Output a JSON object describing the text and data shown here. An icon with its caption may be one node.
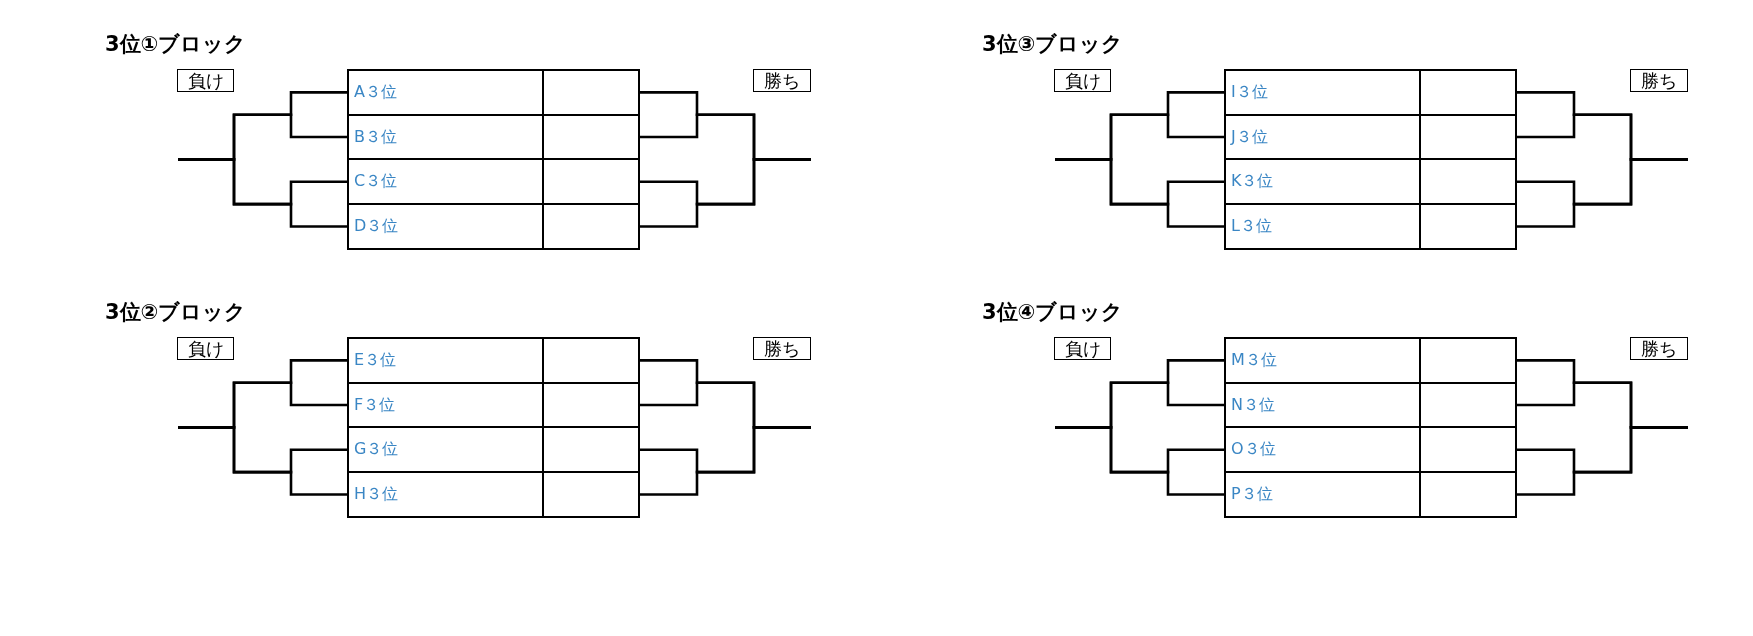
{
  "diagram": {
    "nodes": [
      {
        "text": [
          "負け"
        ]
      },
      {
        "text": [
          "勝ち"
        ]
      },
      {
        "text": [
          "A３位"
        ]
      },
      {
        "text": [],
        "shape": "box"
      },
      {
        "text": [
          "B３位"
        ]
      },
      {
        "text": [],
        "shape": "box"
      },
      {
        "text": [
          "C３位"
        ]
      },
      {
        "text": [],
        "shape": "box"
      },
      {
        "text": [
          "D３位"
        ]
      },
      {
        "text": [],
        "shape": "box"
      },
      {
        "text": [
          "負け"
        ]
      },
      {
        "text": [
          "勝ち"
        ]
      },
      {
        "text": [
          "I３位"
        ]
      },
      {
        "text": [],
        "shape": "box"
      },
      {
        "text": [
          "J３位"
        ]
      },
      {
        "text": [],
        "shape": "box"
      },
      {
        "text": [
          "K３位"
        ]
      },
      {
        "text": [],
        "shape": "box"
      },
      {
        "text": [
          "L３位"
        ]
      },
      {
        "text": [],
        "shape": "box"
      },
      {
        "text": [
          "負け"
        ]
      },
      {
        "text": [
          "勝ち"
        ]
      },
      {
        "text": [
          "E３位"
        ]
      },
      {
        "text": [],
        "shape": "box"
      },
      {
        "text": [
          "F３位"
        ]
      },
      {
        "text": [],
        "shape": "box"
      },
      {
        "text": [
          "G３位"
        ]
      },
      {
        "text": [],
        "shape": "box"
      },
      {
        "text": [
          "H３位"
        ]
      },
      {
        "text": [],
        "shape": "box"
      },
      {
        "text": [
          "負け"
        ]
      },
      {
        "text": [
          "勝ち"
        ]
      },
      {
        "text": [
          "M３位"
        ]
      },
      {
        "text": [],
        "shape": "box"
      },
      {
        "text": [
          "N３位"
        ]
      },
      {
        "text": [],
        "shape": "box"
      },
      {
        "text": [
          "O３位"
        ]
      },
      {
        "text": [],
        "shape": "box"
      },
      {
        "text": [
          "P３位"
        ]
      },
      {
        "text": [],
        "shape": "box"
      }
    ],
    "edges": [
      {
        "from": 2,
        "to": null,
        "arrow": "none"
      },
      {
        "from": 4,
        "to": null,
        "arrow": "none"
      },
      {
        "from": 6,
        "to": null,
        "arrow": "none"
      },
      {
        "from": 8,
        "to": null,
        "arrow": "none"
      },
      {
        "from": 3,
        "to": null,
        "arrow": "none"
      },
      {
        "from": 5,
        "to": null,
        "arrow": "none"
      },
      {
        "from": 7,
        "to": null,
        "arrow": "none"
      },
      {
        "from": 9,
        "to": null,
        "arrow": "none"
      },
      {
        "from": 12,
        "to": null,
        "arrow": "none"
      },
      {
        "from": 14,
        "to": null,
        "arrow": "none"
      },
      {
        "from": 16,
        "to": null,
        "arrow": "none"
      },
      {
        "from": 18,
        "to": null,
        "arrow": "none"
      },
      {
        "from": 13,
        "to": null,
        "arrow": "none"
      },
      {
        "from": 15,
        "to": null,
        "arrow": "none"
      },
      {
        "from": 17,
        "to": null,
        "arrow": "none"
      },
      {
        "from": 19,
        "to": null,
        "arrow": "none"
      },
      {
        "from": 22,
        "to": null,
        "arrow": "none"
      },
      {
        "from": 24,
        "to": null,
        "arrow": "none"
      },
      {
        "from": 26,
        "to": null,
        "arrow": "none"
      },
      {
        "from": 28,
        "to": null,
        "arrow": "none"
      },
      {
        "from": 23,
        "to": null,
        "arrow": "none"
      },
      {
        "from": 25,
        "to": null,
        "arrow": "none"
      },
      {
        "from": 27,
        "to": null,
        "arrow": "none"
      },
      {
        "from": 29,
        "to": null,
        "arrow": "none"
      },
      {
        "from": 32,
        "to": null,
        "arrow": "none"
      },
      {
        "from": 34,
        "to": null,
        "arrow": "none"
      },
      {
        "from": 36,
        "to": null,
        "arrow": "none"
      },
      {
        "from": 38,
        "to": null,
        "arrow": "none"
      },
      {
        "from": 33,
        "to": null,
        "arrow": "none"
      },
      {
        "from": 35,
        "to": null,
        "arrow": "none"
      },
      {
        "from": 37,
        "to": null,
        "arrow": "none"
      },
      {
        "from": 39,
        "to": null,
        "arrow": "none"
      }
    ],
    "labels": [
      "3位①ブロック",
      "3位③ブロック",
      "3位②ブロック",
      "3位④ブロック"
    ]
  }
}
